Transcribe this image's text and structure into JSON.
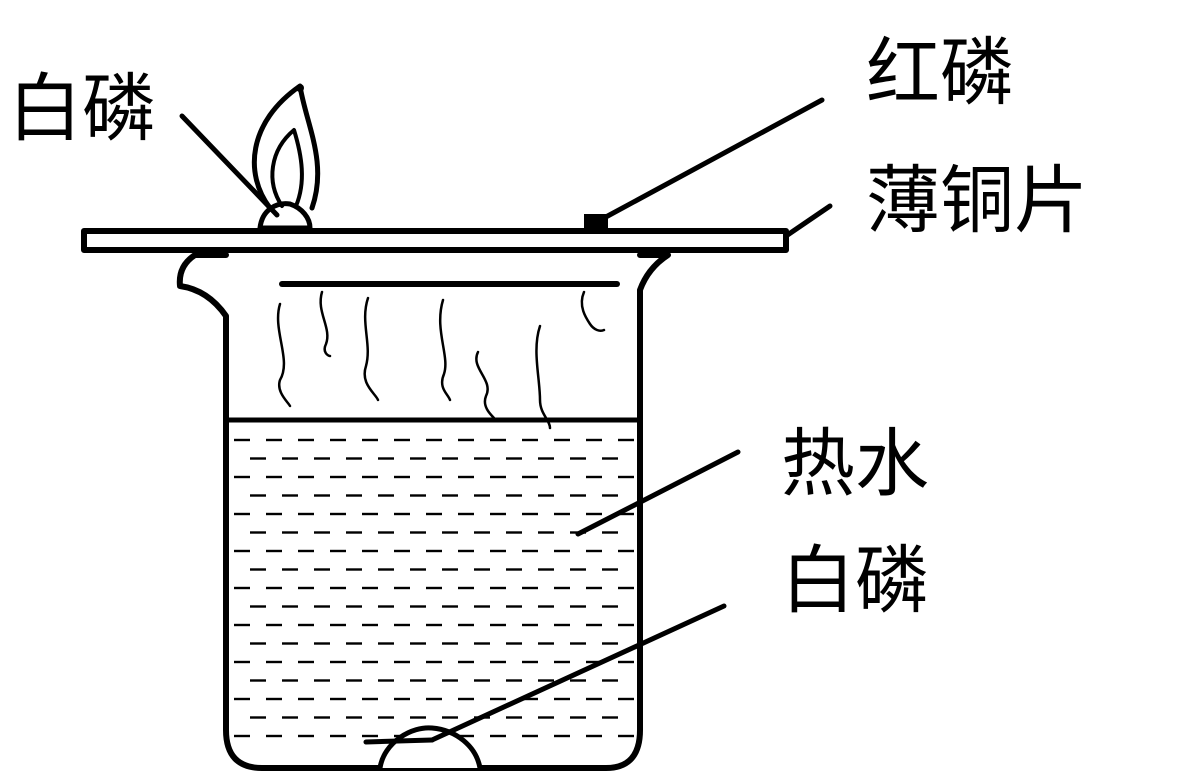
{
  "labels": {
    "white_phosphorus_top": "白磷",
    "red_phosphorus": "红磷",
    "copper_sheet": "薄铜片",
    "hot_water": "热水",
    "white_phosphorus_bottom": "白磷"
  },
  "colors": {
    "ink": "#000000",
    "background": "#ffffff"
  }
}
